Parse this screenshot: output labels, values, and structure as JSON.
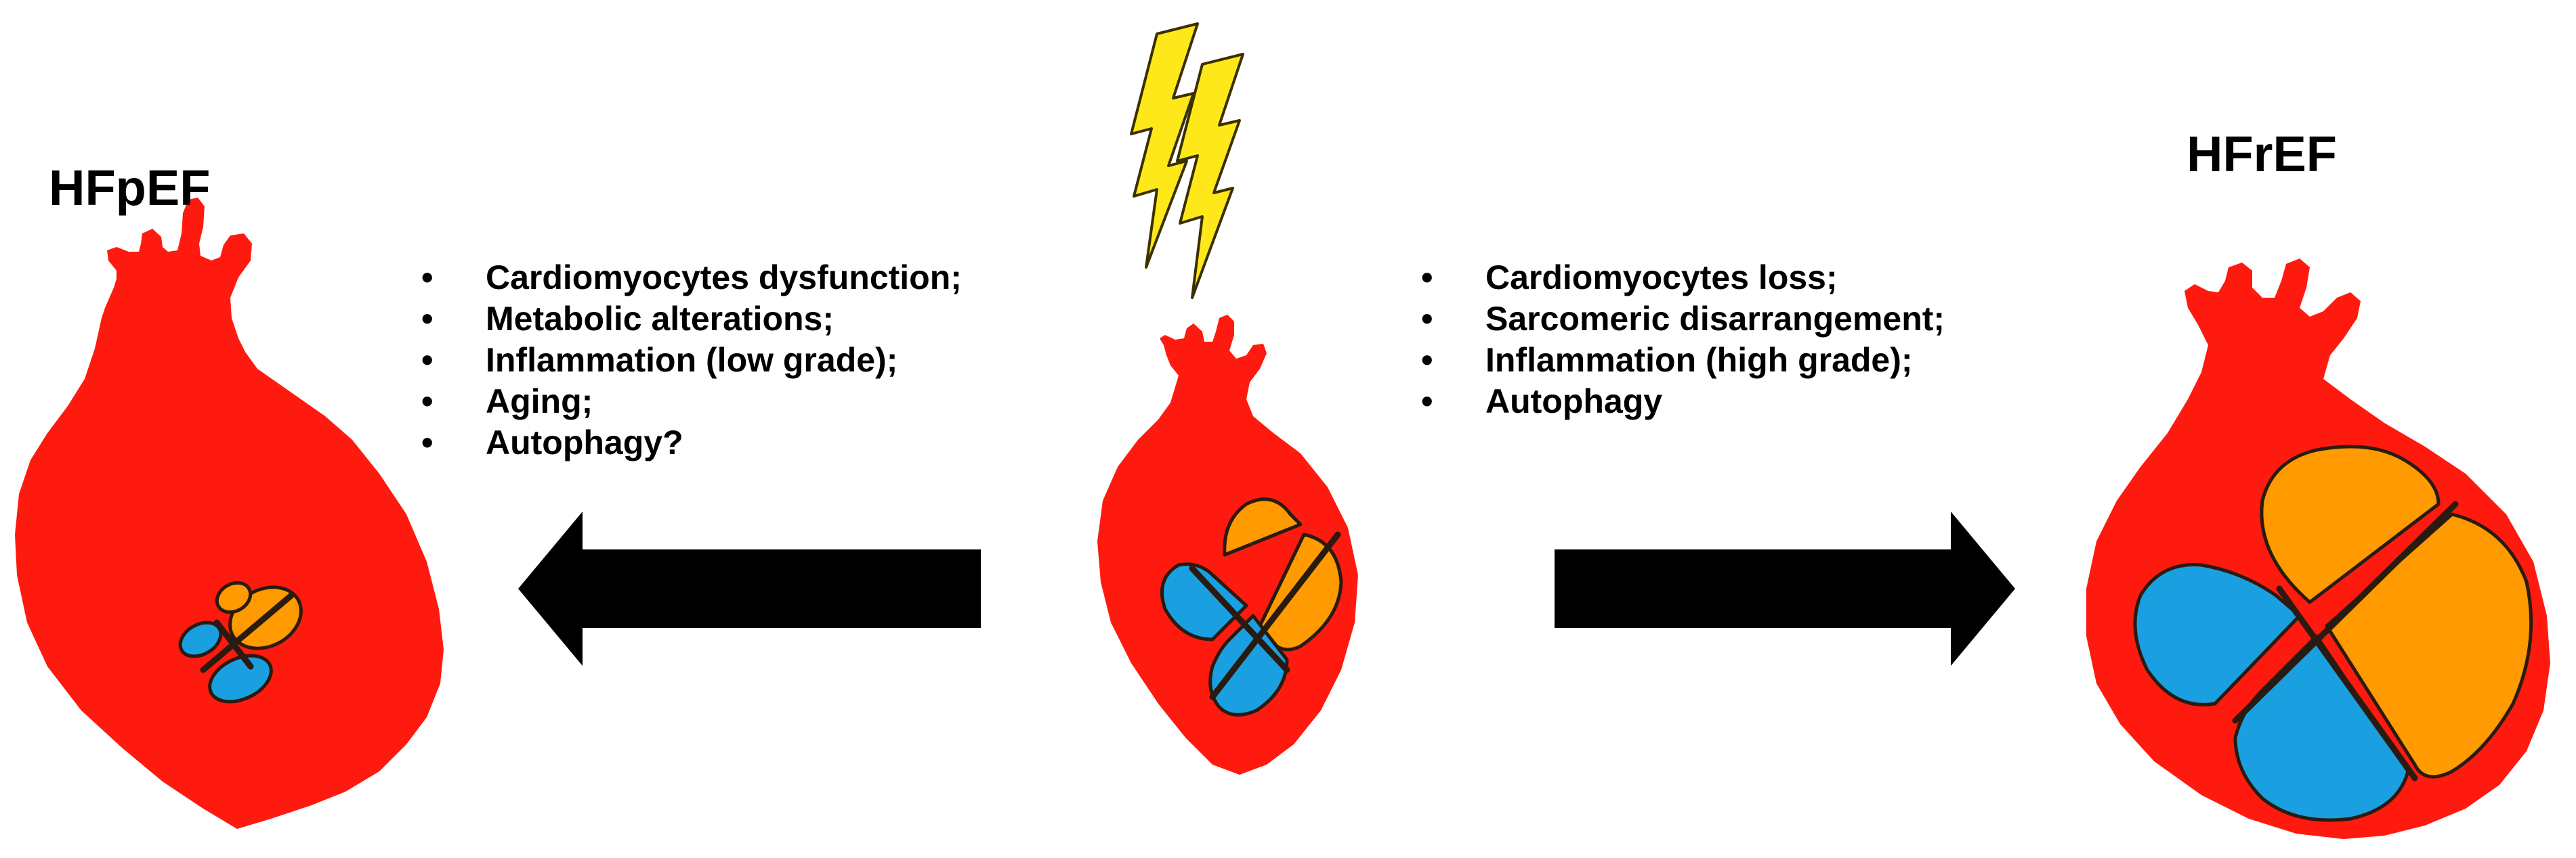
{
  "left": {
    "title": "HFpEF",
    "items": [
      "Cardiomyocytes dysfunction;",
      "Metabolic alterations;",
      "Inflammation (low grade);",
      "Aging;",
      "Autophagy?"
    ]
  },
  "right": {
    "title": "HFrEF",
    "items": [
      "Cardiomyocytes loss;",
      "Sarcomeric disarrangement;",
      "Inflammation (high grade);",
      "Autophagy"
    ]
  },
  "bullet_glyph": "•",
  "colors": {
    "heart": "#ff1a0f",
    "outline": "#2a1b10",
    "orange": "#ff9a00",
    "blue": "#1a9fe0",
    "lightning": "#ffe81a",
    "arrow": "#000000"
  }
}
